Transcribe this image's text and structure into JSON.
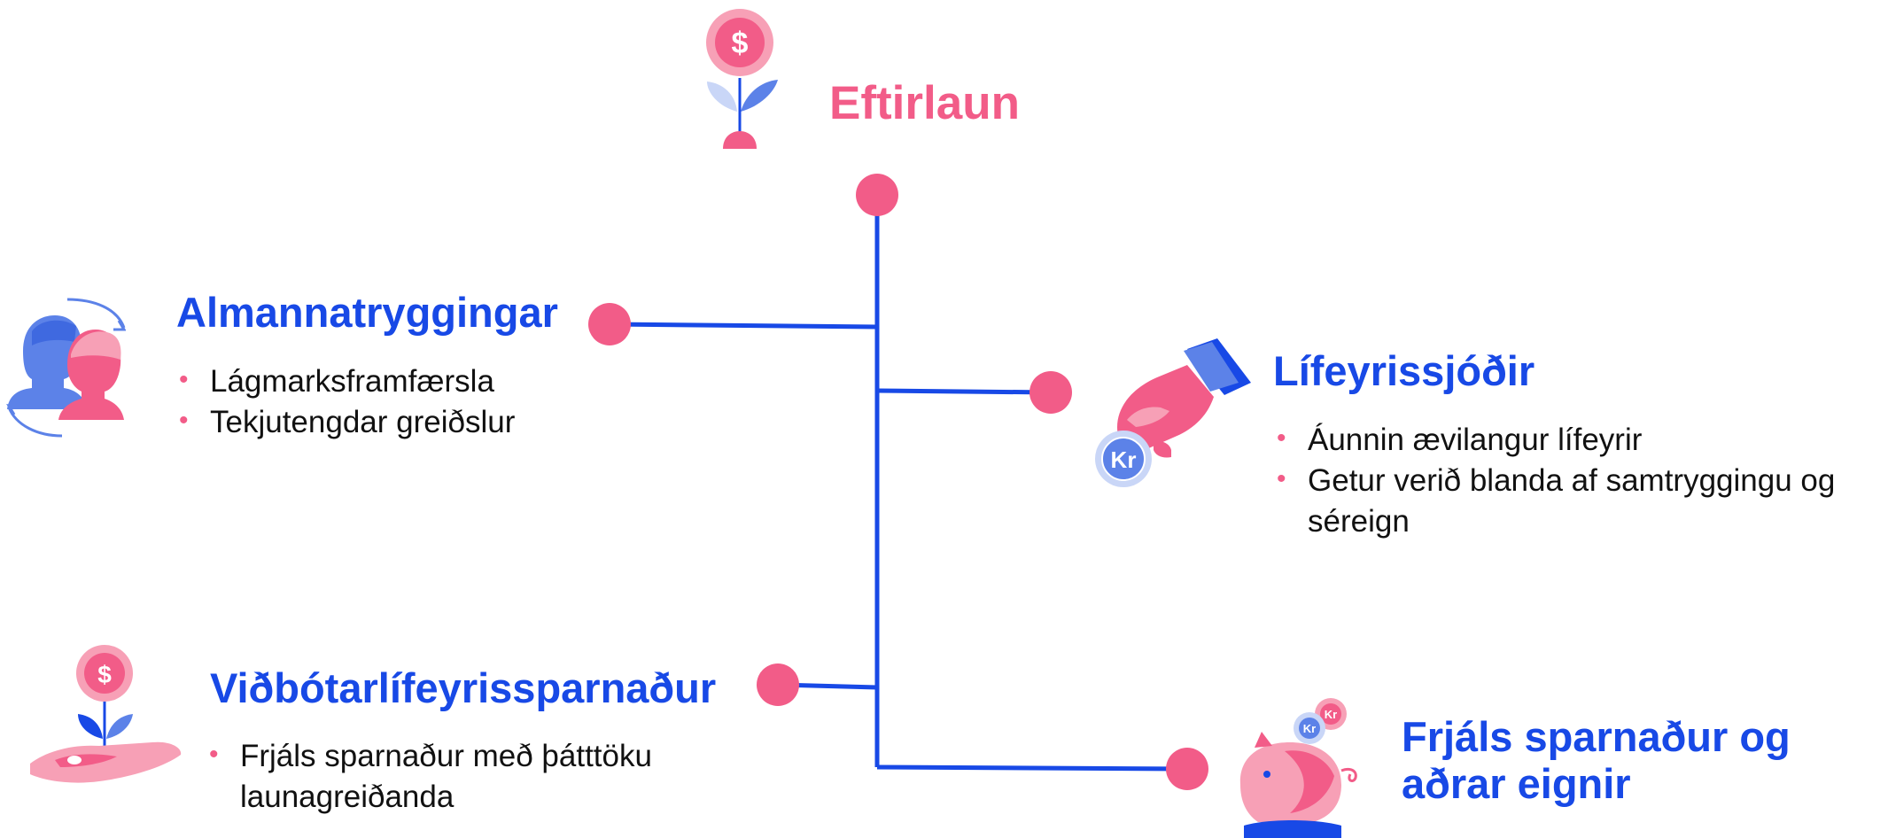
{
  "diagram": {
    "title": "Eftirlaun",
    "branches": [
      {
        "id": "social-security",
        "heading": "Almannatryggingar",
        "bullets": [
          "Lágmarksframfærsla",
          "Tekjutengdar greiðslur"
        ],
        "icon": "people-exchange-icon"
      },
      {
        "id": "pension-funds",
        "heading": "Lífeyrissjóðir",
        "bullets": [
          "Áunnin ævilangur lífeyrir",
          "Getur verið blanda af samtryggingu og séreign"
        ],
        "icon": "hand-coin-icon"
      },
      {
        "id": "additional-pension",
        "heading": "Viðbótarlífeyrissparnaður",
        "bullets": [
          "Frjáls sparnaður með þátttöku launagreiðanda"
        ],
        "icon": "hand-plant-icon"
      },
      {
        "id": "private-savings",
        "heading": "Frjáls sparnaður og aðrar eignir",
        "bullets": [],
        "icon": "piggy-bank-icon"
      }
    ]
  },
  "icon_glyphs": {
    "dollar": "$",
    "krona": "Kr"
  },
  "colors": {
    "accent_pink": "#f25c88",
    "pink_light": "#f7a0b6",
    "blue": "#1849e6",
    "blue_light": "#5c82e8",
    "text": "#111111"
  }
}
